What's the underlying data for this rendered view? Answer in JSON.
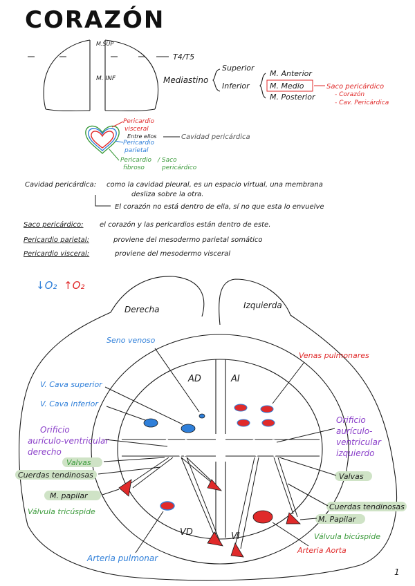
{
  "title": "CORAZÓN",
  "mediastino": {
    "msup": "M.SUP",
    "minf": "M. INF",
    "level": "T4/T5",
    "label": "Mediastino",
    "superior": "Superior",
    "inferior": "Inferior",
    "anterior": "M. Anterior",
    "medio": "M. Medio",
    "posterior": "M. Posterior",
    "saco": "Saco pericárdico",
    "corazon": "- Corazón",
    "cav": "- Cav. Pericárdica"
  },
  "pericardio": {
    "visceral_1": "Pericardio",
    "visceral_2": "visceral",
    "entre": "Entre ellos",
    "cavidad": "Cavidad pericárdica",
    "parietal_1": "Pericardio",
    "parietal_2": "parietal",
    "fibroso_1": "Pericardio",
    "fibroso_2": "fibroso",
    "saco_1": "/ Saco",
    "saco_2": "pericárdico"
  },
  "notes": {
    "cav_head": "Cavidad pericárdica:",
    "cav_line1": "como la cavidad pleural, es un espacio virtual, una membrana",
    "cav_line2": "desliza sobre la otra.",
    "cav_line3": "El corazón no está dentro de ella, sí no que esta lo envuelve",
    "saco_head": "Saco pericárdico:",
    "saco_text": "el corazón y las pericardios están dentro de este.",
    "parietal_head": "Pericardio parietal:",
    "parietal_text": "proviene del mesodermo parietal somático",
    "visceral_head": "Pericardio visceral:",
    "visceral_text": "proviene del mesodermo visceral"
  },
  "legend": {
    "low": "↓O₂",
    "high": "↑O₂"
  },
  "diagram": {
    "derecha": "Derecha",
    "izquierda": "Izquierda",
    "seno": "Seno venoso",
    "ad": "AD",
    "ai": "AI",
    "vi": "VI",
    "vd": "VD",
    "venas_pulm": "Venas pulmonares",
    "vc_sup": "V. Cava superior",
    "vc_inf": "V. Cava inferior",
    "orif_d1": "Orificio",
    "orif_d2": "aurículo-ventricular",
    "orif_d3": "derecho",
    "orif_i1": "Orificio",
    "orif_i2": "aurículo-",
    "orif_i3": "ventricular",
    "orif_i4": "izquierdo",
    "valvas_l": "Valvas",
    "valvas_r": "Valvas",
    "cuerdas_l": "Cuerdas tendinosas",
    "cuerdas_r": "Cuerdas tendinosas",
    "mpap_l": "M. papilar",
    "mpap_r": "M. Papilar",
    "tricuspide": "Válvula tricúspide",
    "bicuspide": "Válvula bicúspide",
    "aorta": "Arteria Aorta",
    "pulmonar": "Arteria pulmonar",
    "page_num": "1"
  },
  "colors": {
    "ink": "#1a1a1a",
    "red": "#e02a2a",
    "blue": "#2f7fd9",
    "green": "#3a9a3a",
    "purple": "#8a3fc9",
    "highlight": "#cfe3c6"
  }
}
